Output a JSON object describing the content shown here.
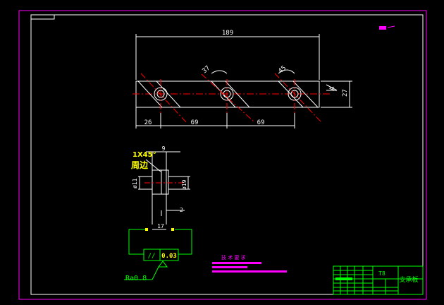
{
  "drawing": {
    "dim_length_top": "189",
    "dim_angle_1": "37",
    "dim_angle_2": "45",
    "dim_height_right": "27",
    "dim_pitch_a": "26",
    "dim_pitch_b": "69",
    "dim_pitch_c": "69",
    "dim_side_a": "A",
    "chamfer_note_1": "1X45°",
    "chamfer_note_2": "周边",
    "dim_top_small": "9",
    "dim_phi_left": "ø11",
    "dim_phi_right": "ø19",
    "dim_gap": "2",
    "dim_width_17": "17",
    "tolerance_symbol": "//",
    "tolerance_value": "0.03",
    "roughness": "Ra0.8",
    "tech_title": "技 术 要 求",
    "title_material": "T8",
    "title_part_name": "支承板"
  },
  "colors": {
    "border": "#ff00ff",
    "outline": "#ffffff",
    "center": "#ff0000",
    "dimension": "#ffffff",
    "annotation": "#ffff00",
    "tolerance": "#00ff00",
    "title_block": "#00ff00"
  }
}
